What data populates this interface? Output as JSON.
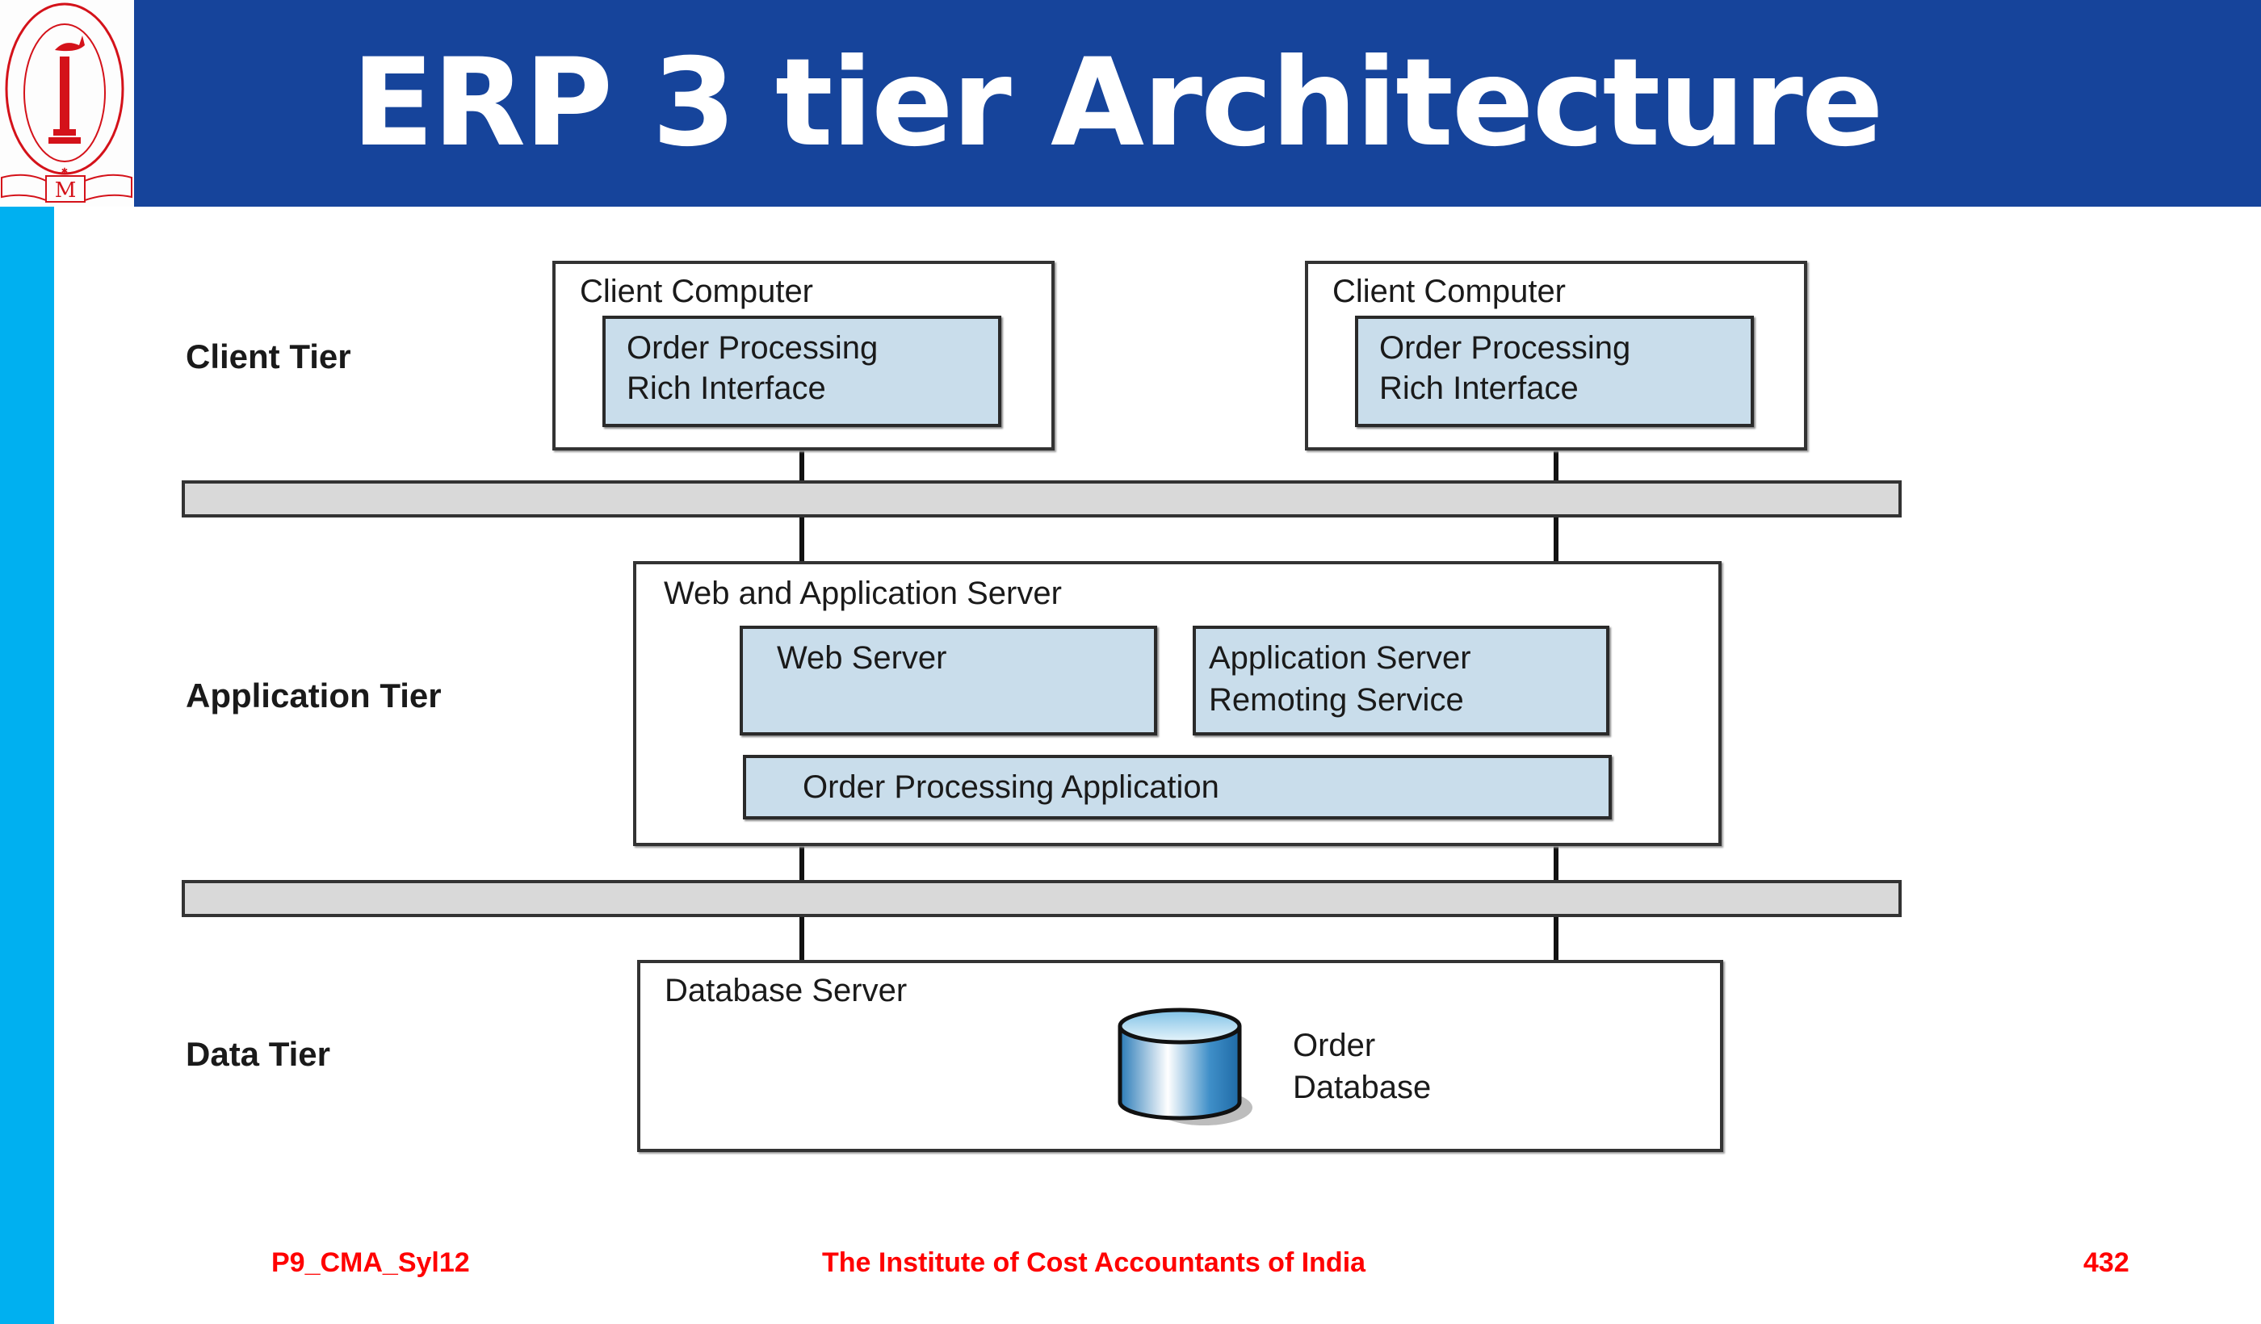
{
  "slide": {
    "title": "ERP 3 tier Architecture",
    "logo_label": "The Institute of Cost Accountants of India logo",
    "colors": {
      "header": "#16449b",
      "sidebar": "#00b0f0",
      "box_fill": "#c9ddeb",
      "bus_fill": "#d9d9d9",
      "footer_text": "#ff0000"
    }
  },
  "diagram": {
    "tiers": {
      "client": "Client Tier",
      "application": "Application Tier",
      "data": "Data Tier"
    },
    "clients": [
      {
        "title": "Client Computer",
        "inner_line1": "Order Processing",
        "inner_line2": "Rich Interface"
      },
      {
        "title": "Client Computer",
        "inner_line1": "Order Processing",
        "inner_line2": "Rich Interface"
      }
    ],
    "app_server": {
      "title": "Web and Application Server",
      "web_server": "Web Server",
      "app_server_line1": "Application Server",
      "app_server_line2": "Remoting Service",
      "order_app": "Order Processing Application"
    },
    "db_server": {
      "title": "Database Server",
      "db_line1": "Order",
      "db_line2": "Database"
    }
  },
  "footer": {
    "left": "P9_CMA_Syl12",
    "center": "The Institute of Cost Accountants of India",
    "page_number": "432"
  }
}
